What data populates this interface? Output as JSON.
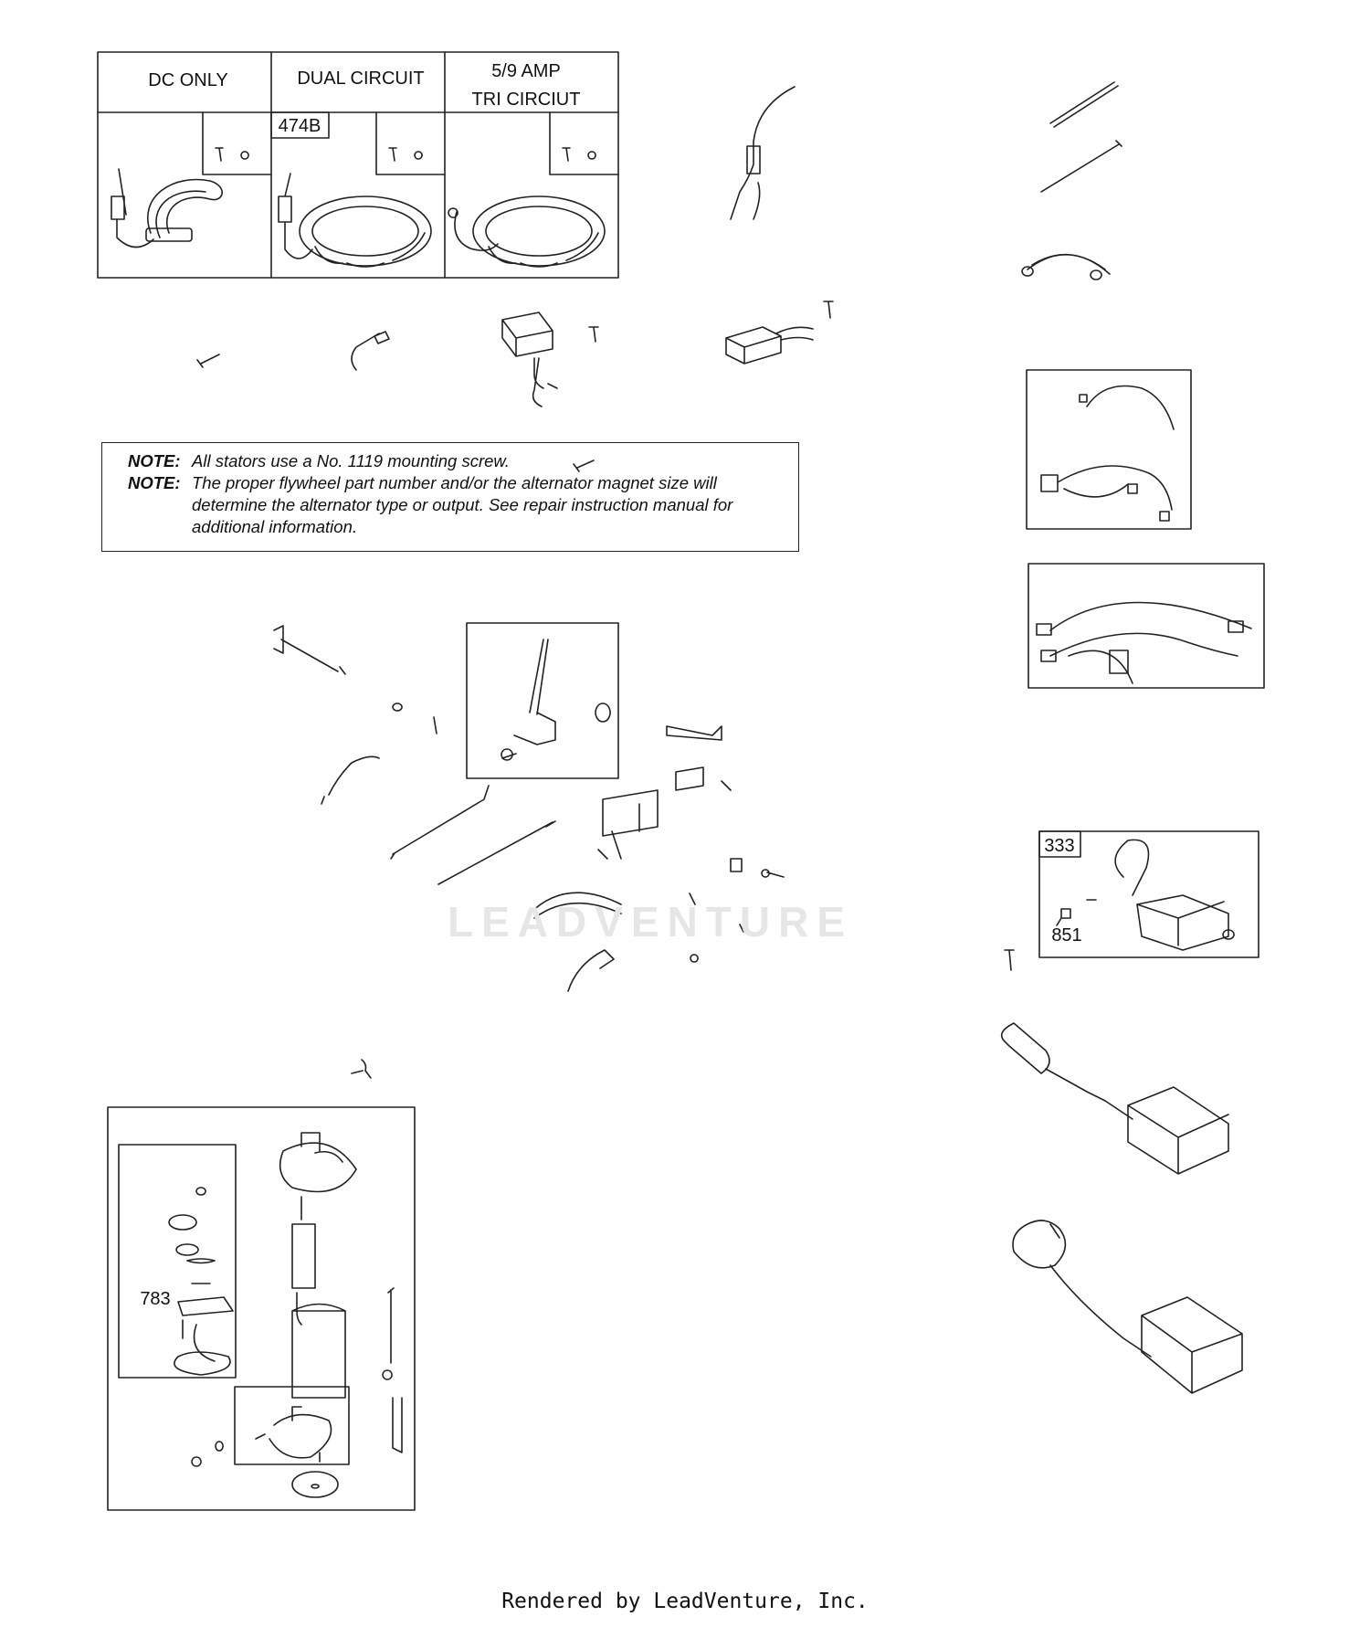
{
  "stator_table": {
    "headers": [
      "DC ONLY",
      "DUAL CIRCUIT",
      "5/9 AMP",
      "TRI CIRCIUT"
    ],
    "callout": "474B"
  },
  "note": {
    "label1": "NOTE:",
    "text1": "All stators use a No. 1119 mounting screw.",
    "label2": "NOTE:",
    "text2": "The proper flywheel part number and/or the alternator magnet size will determine the alternator type or output. See repair instruction manual for additional information."
  },
  "callouts": {
    "ignition_box_top": "333",
    "ignition_box_bottom": "851",
    "starter_pinion": "783"
  },
  "watermark": "LEADVENTURE",
  "footer": "Rendered by LeadVenture, Inc."
}
